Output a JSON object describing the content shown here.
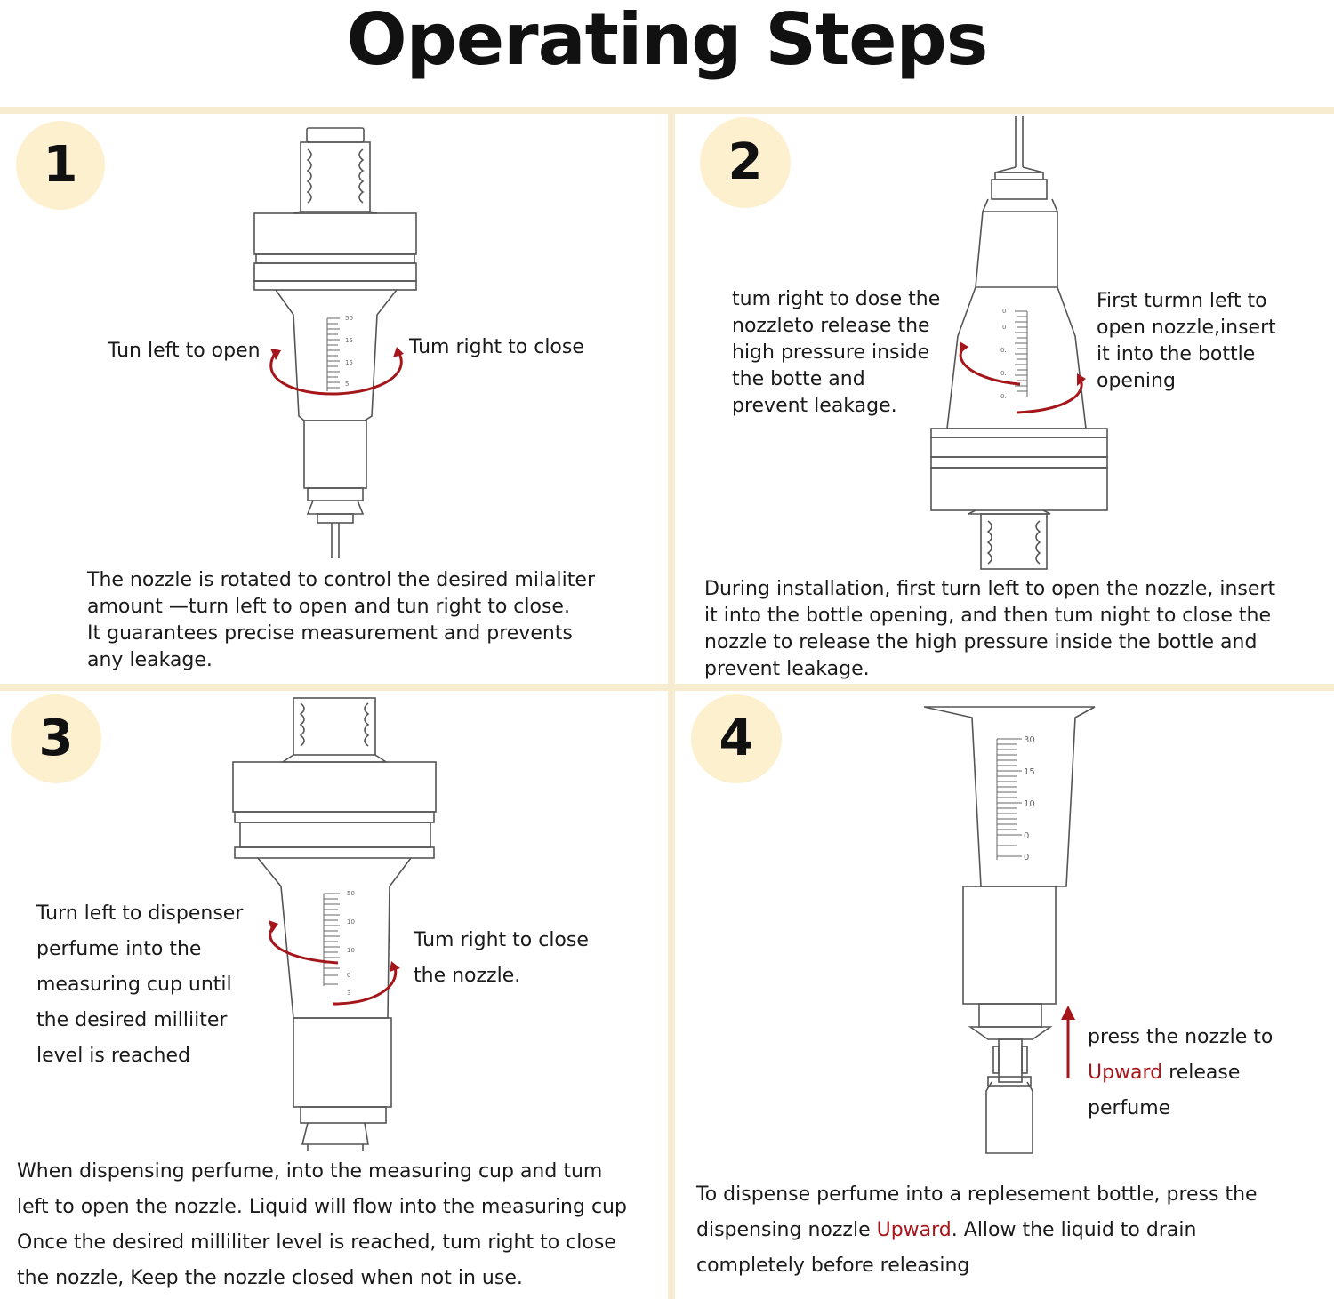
{
  "title": "Operating Steps",
  "colors": {
    "divider": "#f7ecd0",
    "badge": "#fcf0cf",
    "arrow": "#a5161a",
    "highlight": "#a5161a",
    "line": "#555555"
  },
  "steps": [
    {
      "number": "1",
      "label_left": "Tun left to open",
      "label_right": "Tum right to close",
      "scale": [
        "50",
        "15",
        "15",
        "5"
      ],
      "description": [
        "The nozzle is rotated to control the desired milaliter",
        "amount  —turn left to open and tun right to close.",
        "It guarantees precise measurement and prevents",
        "any leakage."
      ]
    },
    {
      "number": "2",
      "label_left": [
        "tum right to dose the",
        "nozzleto release the",
        "high pressure inside",
        "the botte and",
        "prevent leakage."
      ],
      "label_right": [
        "First turmn left to",
        "open nozzle,insert",
        "it into the bottle",
        "opening"
      ],
      "scale": [
        "0",
        "0",
        "0.",
        "0.",
        "0."
      ],
      "description": [
        "During installation, first turn left to open the nozzle, insert",
        "it into the bottle opening, and then tum night to close the",
        "nozzle to release the high pressure inside the bottle and",
        "prevent leakage."
      ]
    },
    {
      "number": "3",
      "label_left": [
        "Turn left to dispenser",
        "perfume into the",
        "measuring cup until",
        "the desired milliiter",
        "level is reached"
      ],
      "label_right": [
        "Tum right to close",
        "the nozzle."
      ],
      "scale": [
        "50",
        "10",
        "10",
        "0",
        "3"
      ],
      "description": [
        "When dispensing perfume, into the measuring cup and tum",
        "left to open the nozzle. Liquid will flow into the measuring cup",
        "Once the desired milliliter level is reached, tum right to close",
        "the nozzle, Keep the nozzle closed when not in use."
      ]
    },
    {
      "number": "4",
      "label_right": {
        "line1": "press the nozzle to",
        "highlight": "Upward",
        "line2_rest": " release",
        "line3": "perfume"
      },
      "scale": [
        "30",
        "15",
        "10",
        "0",
        "0"
      ],
      "description": {
        "line1": "To dispense perfume into a replesement bottle, press the",
        "line2_pre": "dispensing nozzle ",
        "highlight": "Upward",
        "line2_post": ". Allow the liquid to drain",
        "line3": "completely before releasing"
      }
    }
  ]
}
